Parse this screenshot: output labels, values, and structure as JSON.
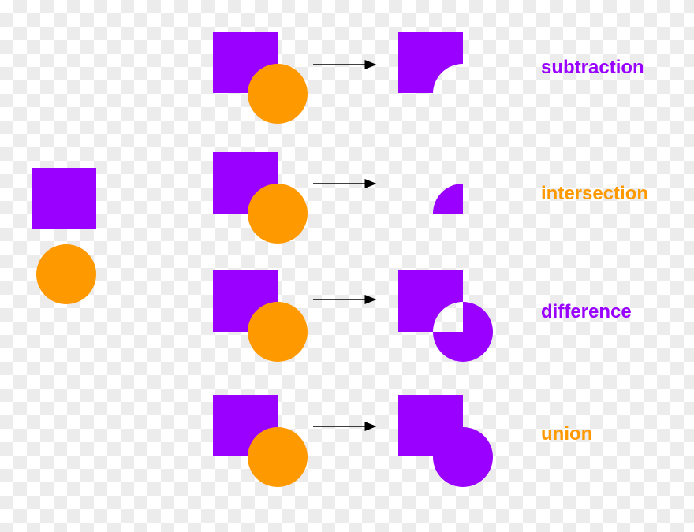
{
  "colors": {
    "square": "#9900ff",
    "circle": "#ff9900",
    "arrow": "#000000"
  },
  "operations": [
    {
      "label": "subtraction",
      "color": "#9900ff"
    },
    {
      "label": "intersection",
      "color": "#ff9900"
    },
    {
      "label": "difference",
      "color": "#9900ff"
    },
    {
      "label": "union",
      "color": "#ff9900"
    }
  ]
}
